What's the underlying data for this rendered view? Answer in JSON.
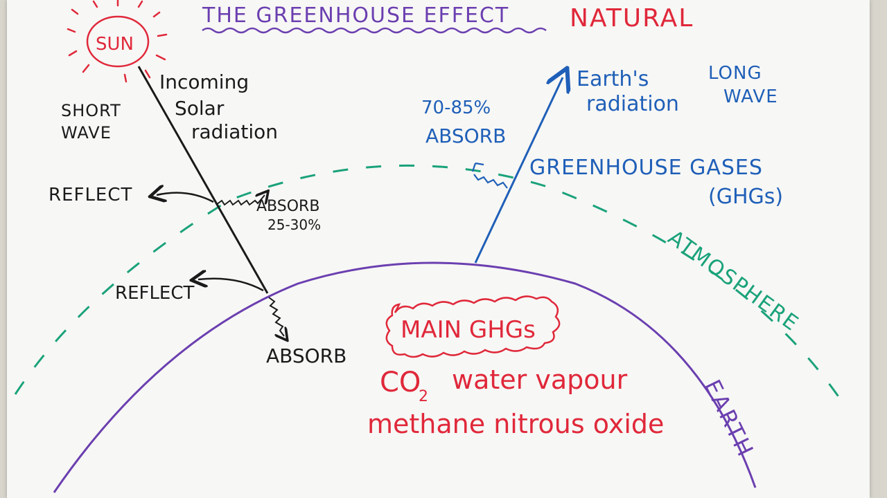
{
  "title": "THE GREENHOUSE EFFECT",
  "subtitle": "NATURAL",
  "sun_label": "SUN",
  "incoming": [
    "Incoming",
    "Solar",
    "radiation"
  ],
  "short_wave": [
    "SHORT",
    "WAVE"
  ],
  "reflect_upper": "REFLECT",
  "absorb_atmos": [
    "ABSORB",
    "25-30%"
  ],
  "reflect_lower": "REFLECT",
  "absorb_surface": "ABSORB",
  "ghg_absorb": [
    "70-85%",
    "ABSORB"
  ],
  "earth_radiation": [
    "Earth's",
    "radiation"
  ],
  "long_wave": [
    "LONG",
    "WAVE"
  ],
  "greenhouse_gases": [
    "GREENHOUSE GASES",
    "(GHGs)"
  ],
  "atmosphere": "ATMOSPHERE",
  "earth": "EARTH",
  "main_ghgs": {
    "heading": "MAIN GHGs",
    "co2": "CO",
    "co2_sub": "2",
    "line1_rest": "water vapour",
    "line2": "methane nitrous oxide"
  },
  "colors": {
    "title": "#6b3fb0",
    "red": "#e0283a",
    "black": "#1a1a1a",
    "blue": "#1f5fb8",
    "green": "#1aa27a",
    "purple": "#6b3fb0"
  }
}
